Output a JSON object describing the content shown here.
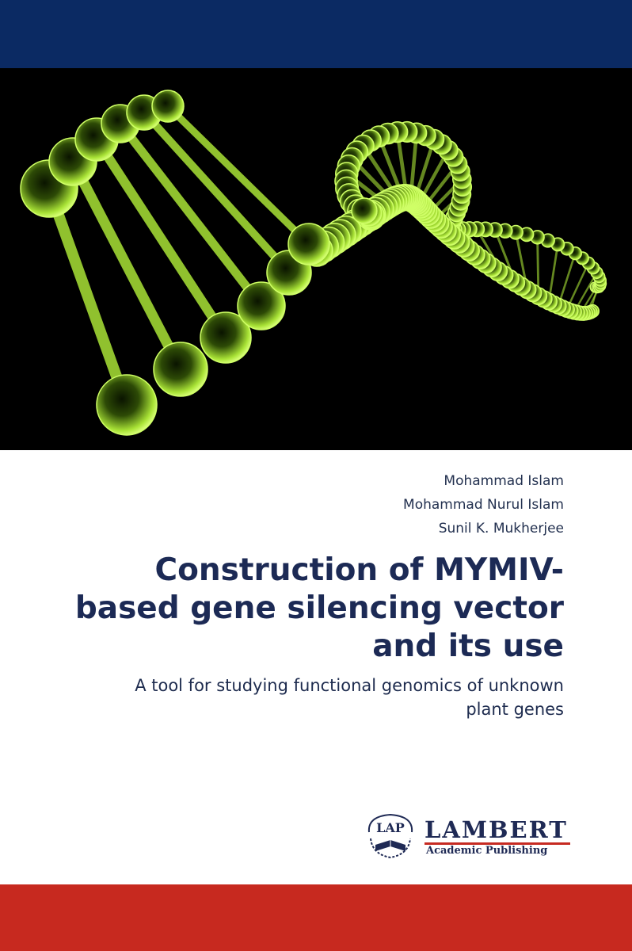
{
  "cover": {
    "authors": [
      "Mohammad Islam",
      "Mohammad Nurul Islam",
      "Sunil K. Mukherjee"
    ],
    "title_lines": [
      "Construction of MYMIV-",
      "based gene silencing vector",
      "and its use"
    ],
    "subtitle_lines": [
      "A tool for studying functional genomics of unknown",
      "plant genes"
    ],
    "publisher": {
      "seal_text": "LAP",
      "name": "LAMBERT",
      "subname": "Academic Publishing"
    },
    "colors": {
      "top_band": "#0b2a63",
      "bottom_band": "#c7291f",
      "dna_green": "#a9e336",
      "title_text": "#1c2a55"
    },
    "illustration": "dna-double-helix"
  }
}
